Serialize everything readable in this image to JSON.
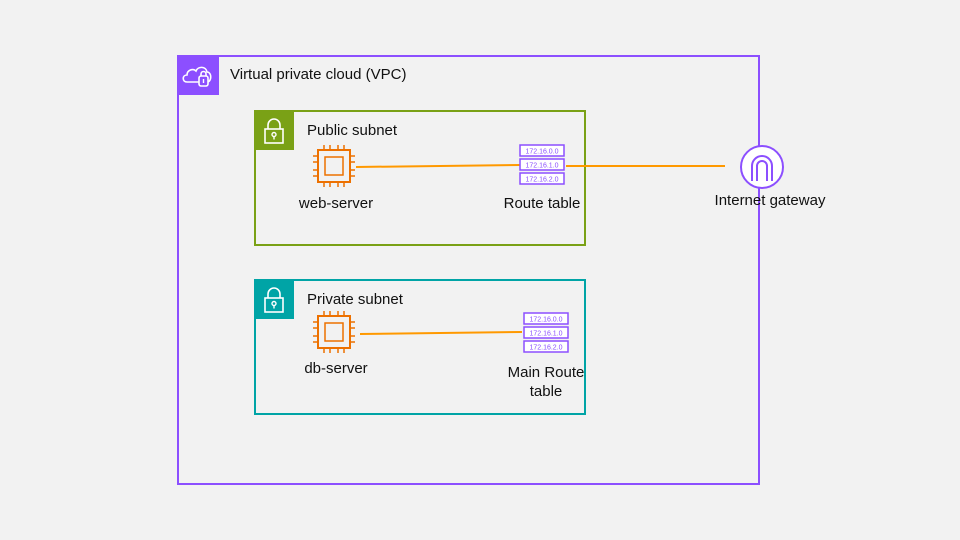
{
  "vpc": {
    "title": "Virtual private cloud (VPC)",
    "color": "#8c4fff",
    "icon": "vpc-cloud-lock-icon"
  },
  "public_subnet": {
    "title": "Public subnet",
    "color": "#7aa116",
    "icon": "lock-icon",
    "instance": {
      "label": "web-server",
      "icon": "ec2-instance-icon"
    },
    "route_table": {
      "label": "Route table",
      "icon": "route-table-icon",
      "entries": [
        "172.16.0.0",
        "172.16.1.0",
        "172.16.2.0"
      ]
    }
  },
  "private_subnet": {
    "title": "Private subnet",
    "color": "#00a4a6",
    "icon": "lock-icon",
    "instance": {
      "label": "db-server",
      "icon": "ec2-instance-icon"
    },
    "route_table": {
      "label": "Main Route table",
      "icon": "route-table-icon",
      "entries": [
        "172.16.0.0",
        "172.16.1.0",
        "172.16.2.0"
      ]
    }
  },
  "internet_gateway": {
    "label": "Internet gateway",
    "icon": "internet-gateway-icon",
    "color": "#8c4fff"
  },
  "connector_color": "#ff9900",
  "chip_color": "#ed7100"
}
